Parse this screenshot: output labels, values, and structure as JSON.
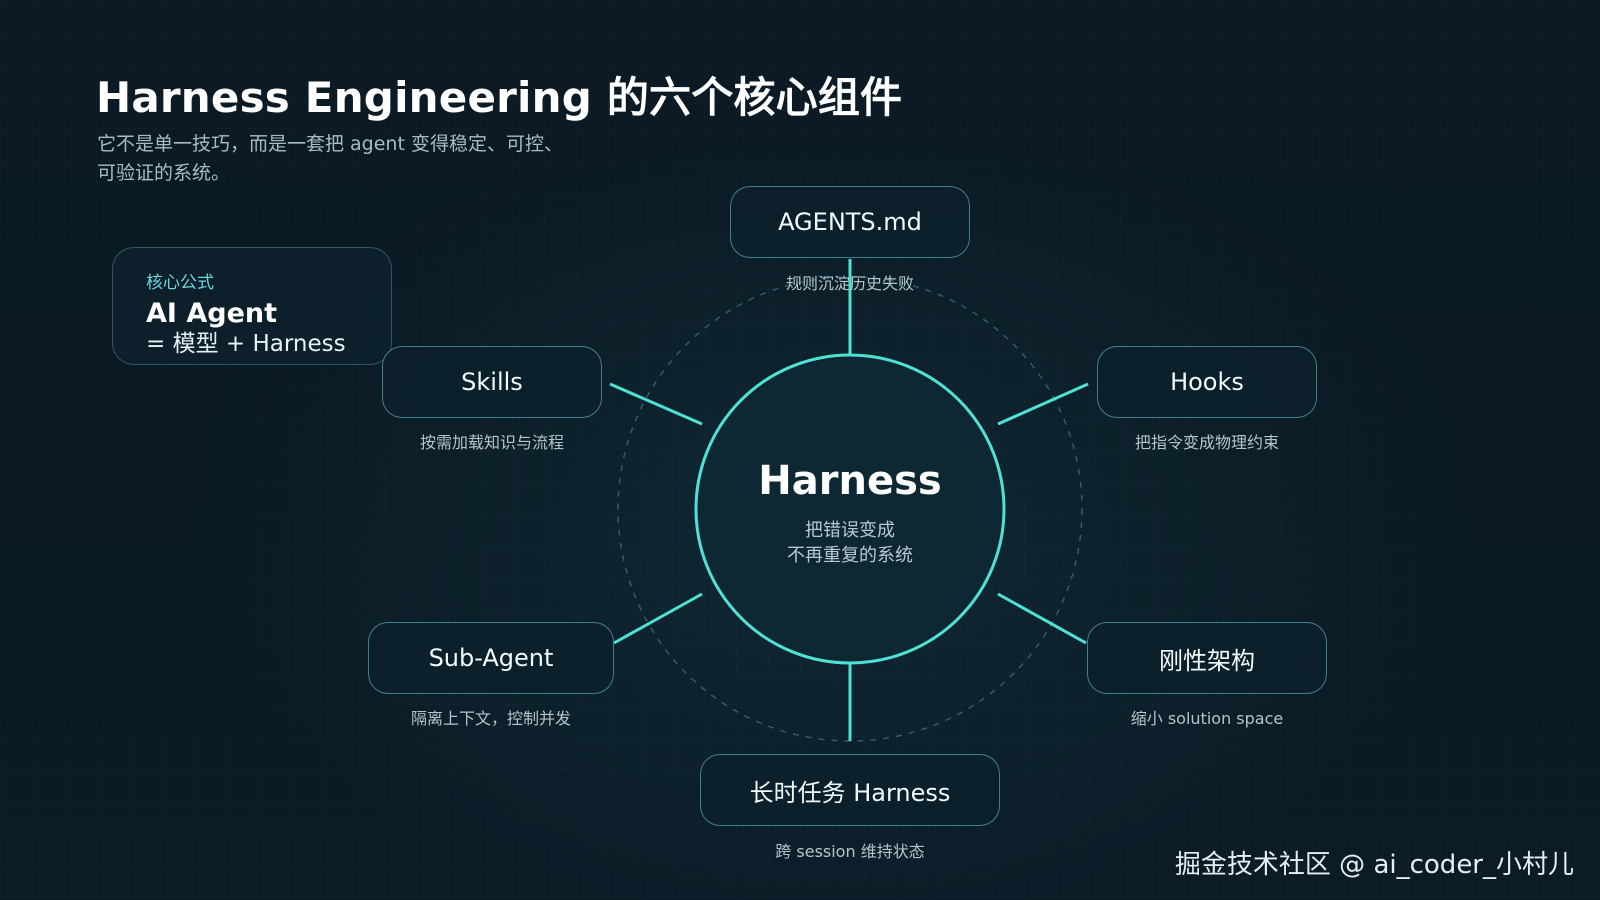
{
  "page": {
    "title": "Harness Engineering 的六个核心组件",
    "subtitle_line1": "它不是单一技巧，而是一套把 agent 变得稳定、可控、",
    "subtitle_line2": "可验证的系统。"
  },
  "formula": {
    "label": "核心公式",
    "main": "AI Agent",
    "equation": "= 模型 + Harness"
  },
  "center": {
    "title": "Harness",
    "line1": "把错误变成",
    "line2": "不再重复的系统"
  },
  "components": [
    {
      "title": "AGENTS.md",
      "desc": "规则沉淀历史失败"
    },
    {
      "title": "Skills",
      "desc": "按需加载知识与流程"
    },
    {
      "title": "Hooks",
      "desc": "把指令变成物理约束"
    },
    {
      "title": "Sub-Agent",
      "desc": "隔离上下文，控制并发"
    },
    {
      "title": "刚性架构",
      "desc": "缩小 solution space"
    },
    {
      "title": "长时任务 Harness",
      "desc": "跨 session 维持状态"
    }
  ],
  "watermark": "掘金技术社区 @ ai_coder_小村儿",
  "colors": {
    "background": "#0b1a24",
    "accent": "#4fe0d6",
    "label_accent": "#6ed3df",
    "node_border": "#6ecddc"
  }
}
